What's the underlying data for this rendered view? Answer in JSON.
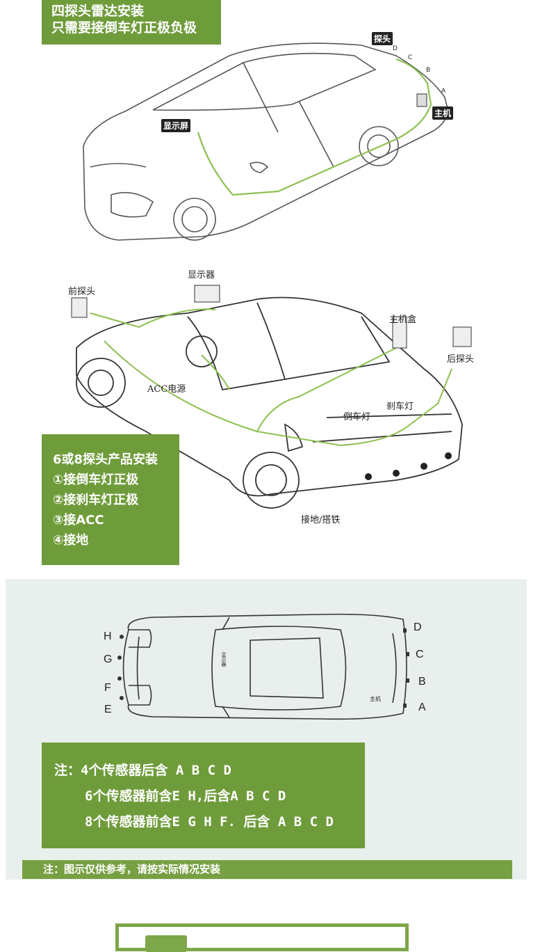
{
  "section1": {
    "title_line1": "四探头雷达安装",
    "title_line2": "只需要接倒车灯正极负极",
    "label_probe": "探头",
    "label_host": "主机",
    "label_display": "显示屏",
    "points": [
      "D",
      "C",
      "B",
      "A"
    ]
  },
  "section2": {
    "label_display": "显示器",
    "label_front_probe": "前探头",
    "label_host_box": "主机盒",
    "label_rear_probe": "后探头",
    "label_acc": "ACC电源",
    "label_reverse_light": "倒车灯",
    "label_brake_light": "刹车灯",
    "label_ground": "接地/搭铁",
    "box_title": "6或8探头产品安装",
    "box_items": [
      "①接倒车灯正极",
      "②接刹车灯正极",
      "③接ACC",
      "④接地"
    ]
  },
  "section3": {
    "front_letters": [
      "H",
      "G",
      "F",
      "E"
    ],
    "rear_letters": [
      "D",
      "C",
      "B",
      "A"
    ],
    "host_label": "主机",
    "display_label": "显示器",
    "note_lines": [
      "注：4个传感器后含 A B C D",
      "6个传感器前含E H,后含A B C D",
      "8个传感器前含E G H F. 后含 A B C D"
    ],
    "disclaimer": "注：图示仅供参考，请按实际情况安装"
  },
  "colors": {
    "accent": "#6f9c3b",
    "wire": "#8fc051",
    "line": "#333333"
  }
}
